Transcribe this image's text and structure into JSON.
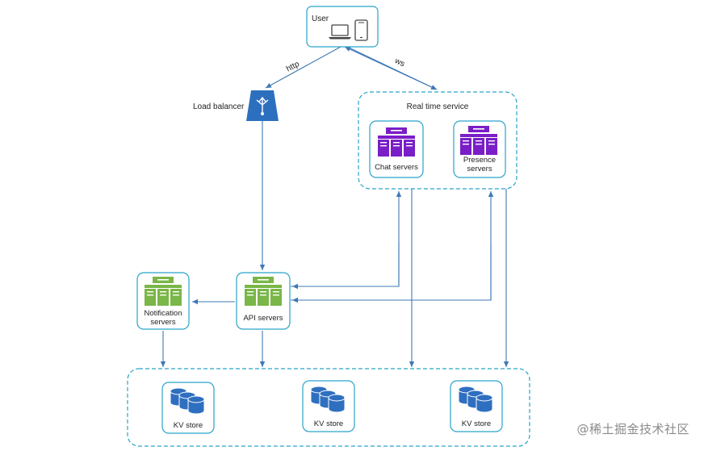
{
  "nodes": {
    "user": "User",
    "load_balancer": "Load balancer",
    "real_time_service": "Real time service",
    "chat_servers": "Chat servers",
    "presence_servers_line1": "Presence",
    "presence_servers_line2": "servers",
    "notification_servers_line1": "Notification",
    "notification_servers_line2": "servers",
    "api_servers": "API servers",
    "kv_store_1": "KV store",
    "kv_store_2": "KV store",
    "kv_store_3": "KV store"
  },
  "edges": {
    "http": "http",
    "ws": "ws"
  },
  "colors": {
    "border": "#29a3c9",
    "edge": "#3f79b5",
    "lb_fill": "#2c6fbe",
    "server_purple": "#7a1ec7",
    "server_green": "#7ab648",
    "db_blue": "#2f6fc0"
  },
  "watermark": "@稀土掘金技术社区"
}
